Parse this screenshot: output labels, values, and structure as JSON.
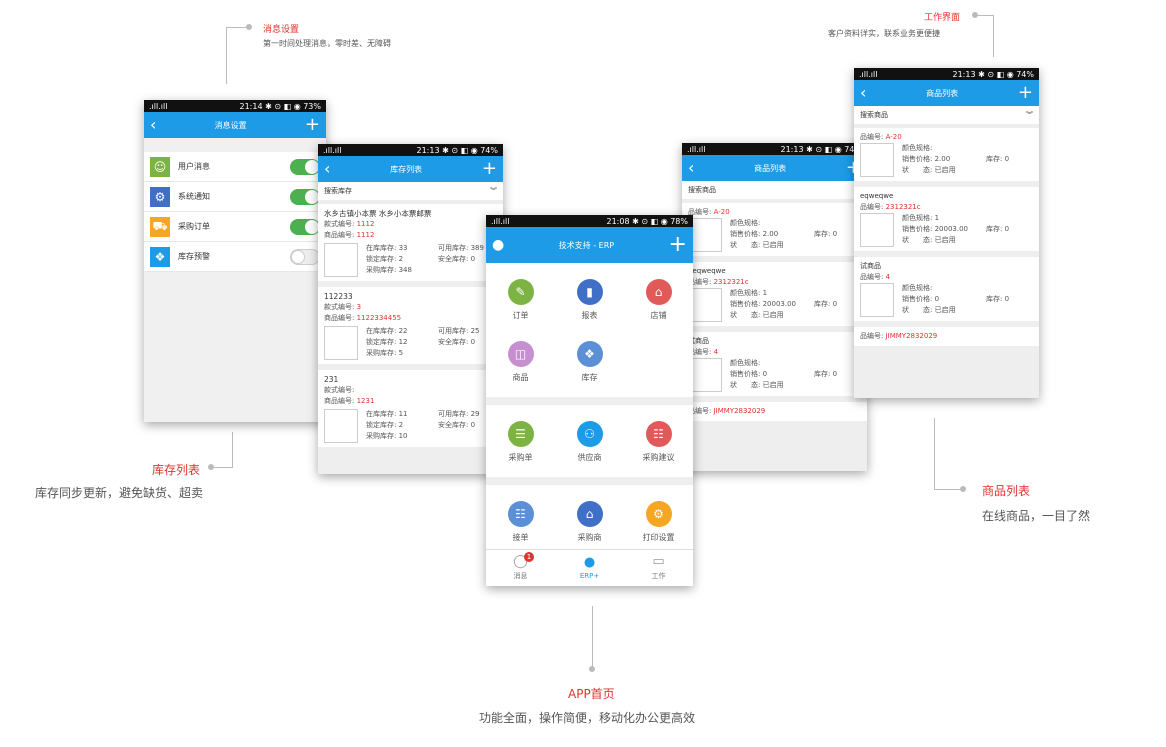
{
  "callouts": {
    "message_settings": {
      "title": "消息设置",
      "desc": "第一时间处理消息，零时差、无障碍"
    },
    "workspace": {
      "title": "工作界面",
      "desc": "客户资料详实，联系业务更便捷"
    },
    "inventory_list": {
      "title": "库存列表",
      "desc": "库存同步更新，避免缺货、超卖"
    },
    "product_list": {
      "title": "商品列表",
      "desc": "在线商品，一目了然"
    },
    "app_home": {
      "title": "APP首页",
      "desc": "功能全面，操作简便，移动化办公更高效"
    }
  },
  "phone_settings": {
    "status": {
      "signal": ".ıll.ıll",
      "time": "21:14",
      "icons": "✱ ⊙ ◧ ◉",
      "battery": "73%"
    },
    "title": "消息设置",
    "items": [
      {
        "label": "用户消息",
        "icon": "user-icon",
        "color": "#7cb342",
        "on": true
      },
      {
        "label": "系统通知",
        "icon": "gear-icon",
        "color": "#3f6fc7",
        "on": true
      },
      {
        "label": "采购订单",
        "icon": "cart-icon",
        "color": "#f5a623",
        "on": true
      },
      {
        "label": "库存预警",
        "icon": "boxes-icon",
        "color": "#1e9be6",
        "on": false
      }
    ]
  },
  "phone_inventory": {
    "status": {
      "signal": ".ıll.ıll",
      "time": "21:13",
      "icons": "✱ ⊙ ◧ ◉",
      "battery": "74%"
    },
    "title": "库存列表",
    "search": "搜索库存",
    "labels": {
      "style_no": "款式编号:",
      "product_no": "商品编号:",
      "in_stock": "在库库存:",
      "available": "可用库存:",
      "locked": "锁定库存:",
      "safe": "安全库存:",
      "purchase": "采购库存:"
    },
    "items": [
      {
        "name": "水乡古镇小本票 水乡小本票邮票",
        "style_no": "1112",
        "product_no": "1112",
        "in_stock": "33",
        "available": "389",
        "locked": "2",
        "safe": "0",
        "purchase": "348"
      },
      {
        "name": "112233",
        "style_no": "3",
        "product_no": "1122334455",
        "in_stock": "22",
        "available": "25",
        "locked": "12",
        "safe": "0",
        "purchase": "5"
      },
      {
        "name": "231",
        "style_no": "",
        "product_no": "1231",
        "in_stock": "11",
        "available": "29",
        "locked": "2",
        "safe": "0",
        "purchase": "10"
      }
    ]
  },
  "phone_home": {
    "status": {
      "signal": ".ıll.ıll",
      "time": "21:08",
      "icons": "✱ ⊙ ◧ ◉",
      "battery": "78%"
    },
    "title": "技术支持 - ERP",
    "grid": [
      {
        "label": "订单",
        "icon": "order-icon",
        "color": "#7cb342",
        "glyph": "✎"
      },
      {
        "label": "报表",
        "icon": "report-icon",
        "color": "#3f6fc7",
        "glyph": "▮"
      },
      {
        "label": "店铺",
        "icon": "store-icon",
        "color": "#e05a5a",
        "glyph": "⌂"
      },
      {
        "label": "商品",
        "icon": "bag-icon",
        "color": "#c58fd0",
        "glyph": "◫"
      },
      {
        "label": "库存",
        "icon": "stock-icon",
        "color": "#5b8fd6",
        "glyph": "❖"
      },
      {
        "label": "采购单",
        "icon": "purchase-order-icon",
        "color": "#7cb342",
        "glyph": "☰"
      },
      {
        "label": "供应商",
        "icon": "supplier-icon",
        "color": "#1e9be6",
        "glyph": "⚇"
      },
      {
        "label": "采购建议",
        "icon": "suggestion-icon",
        "color": "#e05a5a",
        "glyph": "☷"
      },
      {
        "label": "接单",
        "icon": "receive-icon",
        "color": "#5b8fd6",
        "glyph": "☷"
      },
      {
        "label": "采购商",
        "icon": "buyer-icon",
        "color": "#3f6fc7",
        "glyph": "⌂"
      },
      {
        "label": "打印设置",
        "icon": "print-settings-icon",
        "color": "#f5a623",
        "glyph": "⚙"
      }
    ],
    "tabs": [
      {
        "label": "消息",
        "icon": "chat-icon",
        "badge": "1"
      },
      {
        "label": "ERP+",
        "icon": "drop-icon",
        "badge": ""
      },
      {
        "label": "工作",
        "icon": "doc-icon",
        "badge": ""
      }
    ]
  },
  "phone_products_mid": {
    "status": {
      "signal": ".ıll.ıll",
      "time": "21:13",
      "icons": "✱ ⊙ ◧ ◉",
      "battery": "74%"
    },
    "title": "商品列表",
    "search": "搜索商品",
    "labels": {
      "product_no": "品编号:",
      "spec": "颜色规格:",
      "price": "销售价格:",
      "stock": "库存:",
      "status": "状　　态:"
    },
    "items": [
      {
        "name": "",
        "product_no": "A-20",
        "spec": "",
        "price": "2.00",
        "stock": "0",
        "status": "已启用"
      },
      {
        "name": "qeqweqwe",
        "product_no": "2312321c",
        "spec": "1",
        "price": "20003.00",
        "stock": "0",
        "status": "已启用"
      },
      {
        "name": "试商品",
        "product_no": "4",
        "spec": "",
        "price": "0",
        "stock": "0",
        "status": "已启用"
      },
      {
        "name": "",
        "product_no": "JIMMY2832029",
        "spec": "",
        "price": "",
        "stock": "",
        "status": ""
      }
    ]
  },
  "phone_products_right": {
    "status": {
      "signal": ".ıll.ıll",
      "time": "21:13",
      "icons": "✱ ⊙ ◧ ◉",
      "battery": "74%"
    },
    "title": "商品列表",
    "search": "搜索商品",
    "items": [
      {
        "name": "",
        "product_no": "A-20",
        "spec": "",
        "price": "2.00",
        "stock": "0",
        "status": "已启用"
      },
      {
        "name": "eqweqwe",
        "product_no": "2312321c",
        "spec": "1",
        "price": "20003.00",
        "stock": "0",
        "status": "已启用"
      },
      {
        "name": "试商品",
        "product_no": "4",
        "spec": "",
        "price": "0",
        "stock": "0",
        "status": "已启用"
      },
      {
        "name": "",
        "product_no": "JIMMY2832029",
        "spec": "",
        "price": "",
        "stock": "",
        "status": ""
      }
    ]
  }
}
